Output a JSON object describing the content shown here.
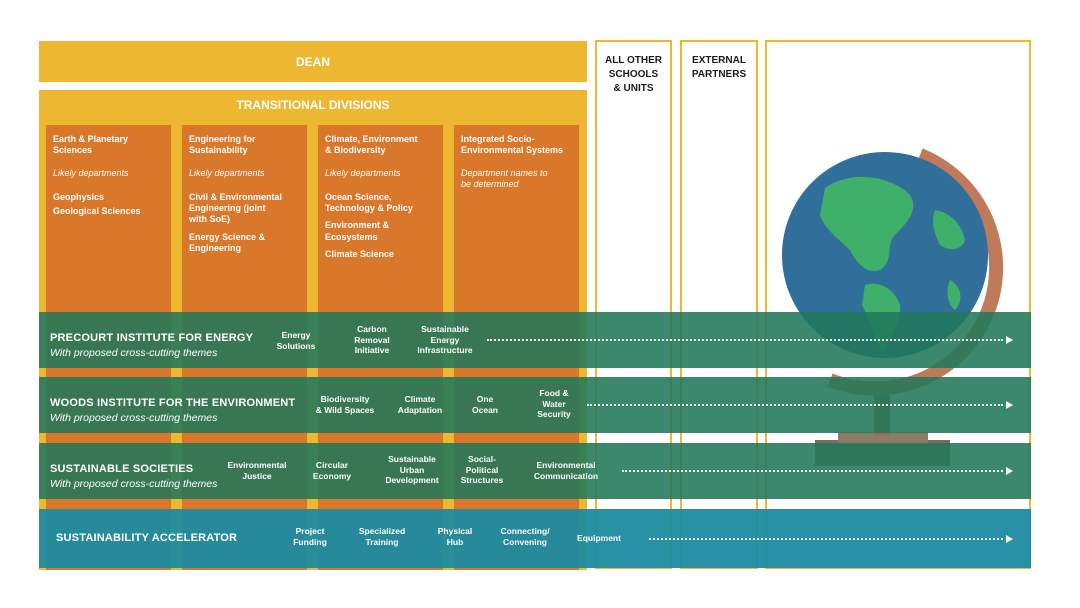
{
  "dean": "DEAN",
  "transitional_divisions": {
    "title": "TRANSITIONAL DIVISIONS",
    "divisions": [
      {
        "title_lines": [
          "Earth & Planetary",
          "Sciences"
        ],
        "subtitle": "Likely departments",
        "items": [
          "Geophysics",
          "Geological Sciences"
        ]
      },
      {
        "title_lines": [
          "Engineering for",
          "Sustainability"
        ],
        "subtitle": "Likely departments",
        "items": [
          "Civil & Environmental",
          "Engineering (joint",
          "with SoE)",
          "Energy Science &",
          "Engineering"
        ]
      },
      {
        "title_lines": [
          "Climate, Environment",
          "& Biodiversity"
        ],
        "subtitle": "Likely departments",
        "items": [
          "Ocean Science,",
          "Technology & Policy",
          "Environment &",
          "Ecosystems",
          "Climate Science"
        ]
      },
      {
        "title_lines": [
          "Integrated Socio-",
          "Environmental Systems"
        ],
        "subtitle_lines": [
          "Department names to",
          "be determined"
        ],
        "items": []
      }
    ]
  },
  "other_schools": [
    "ALL OTHER",
    "SCHOOLS",
    "& UNITS"
  ],
  "external_partners": [
    "EXTERNAL",
    "PARTNERS"
  ],
  "bands": [
    {
      "name": "PRECOURT INSTITUTE FOR ENERGY",
      "subtitle": "With proposed cross-cutting themes",
      "themes": [
        [
          "Energy",
          "Solutions"
        ],
        [
          "Carbon",
          "Removal",
          "Initiative"
        ],
        [
          "Sustainable",
          "Energy",
          "Infrastructure"
        ]
      ]
    },
    {
      "name": "WOODS INSTITUTE FOR THE ENVIRONMENT",
      "subtitle": "With proposed cross-cutting themes",
      "themes": [
        [
          "Biodiversity",
          "& Wild Spaces"
        ],
        [
          "Climate",
          "Adaptation"
        ],
        [
          "One",
          "Ocean"
        ],
        [
          "Food &",
          "Water",
          "Security"
        ]
      ]
    },
    {
      "name": "SUSTAINABLE SOCIETIES",
      "subtitle": "With proposed cross-cutting themes",
      "themes": [
        [
          "Environmental",
          "Justice"
        ],
        [
          "Circular",
          "Economy"
        ],
        [
          "Sustainable",
          "Urban",
          "Development"
        ],
        [
          "Social-",
          "Political",
          "Structures"
        ],
        [
          "Environmental",
          "Communication"
        ]
      ]
    },
    {
      "name": "SUSTAINABILITY ACCELERATOR",
      "subtitle": "",
      "themes": [
        [
          "Project",
          "Funding"
        ],
        [
          "Specialized",
          "Training"
        ],
        [
          "Physical",
          "Hub"
        ],
        [
          "Connecting/",
          "Convening"
        ],
        [
          "Equipment"
        ]
      ]
    }
  ],
  "colors": {
    "gold": "#EDB732",
    "orange": "#D9772B",
    "green": "#21785A",
    "teal": "#1E8BA0"
  },
  "icons": {
    "globe": "globe-icon"
  }
}
